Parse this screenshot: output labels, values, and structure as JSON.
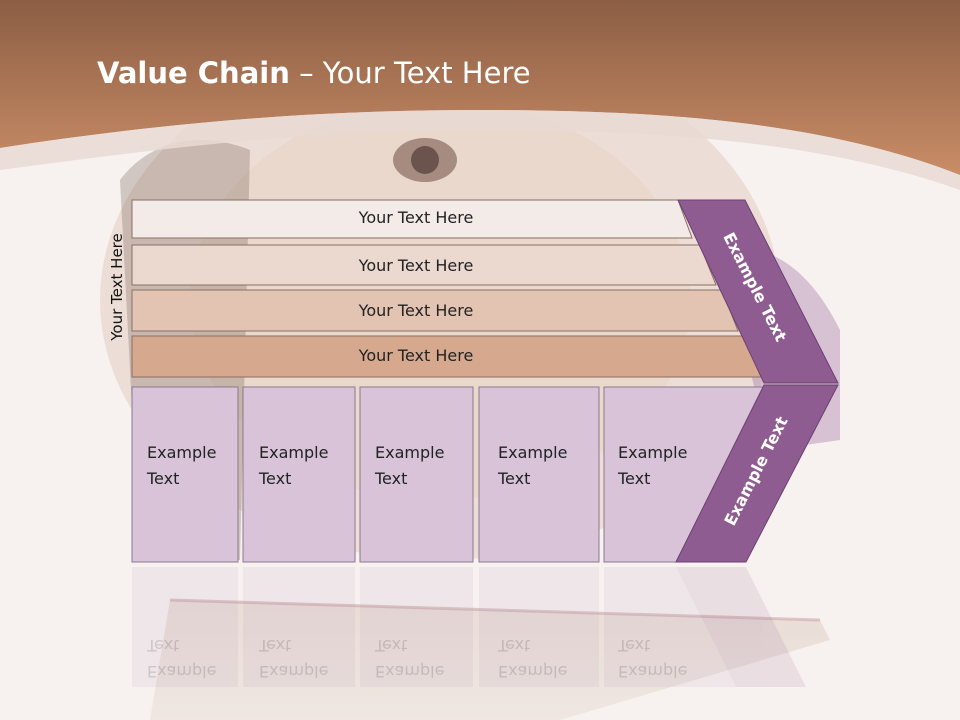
{
  "title": {
    "bold": "Value Chain",
    "rest": " – Your Text Here"
  },
  "side_label": "Your Text Here",
  "bands": [
    "Your Text Here",
    "Your Text Here",
    "Your Text Here",
    "Your Text Here"
  ],
  "cells": [
    {
      "line1": "Example",
      "line2": "Text"
    },
    {
      "line1": "Example",
      "line2": "Text"
    },
    {
      "line1": "Example",
      "line2": "Text"
    },
    {
      "line1": "Example",
      "line2": "Text"
    },
    {
      "line1": "Example",
      "line2": "Text"
    }
  ],
  "chevron_labels": [
    "Example Text",
    "Example Text"
  ],
  "colors": {
    "header": "#b57752",
    "chevron": "#8f5c92",
    "band1": "#f3ebe8",
    "band2": "#ebd9d0",
    "band3": "#e3c4b3",
    "band4": "#d6a98e",
    "cell": "#d8c3d9"
  }
}
